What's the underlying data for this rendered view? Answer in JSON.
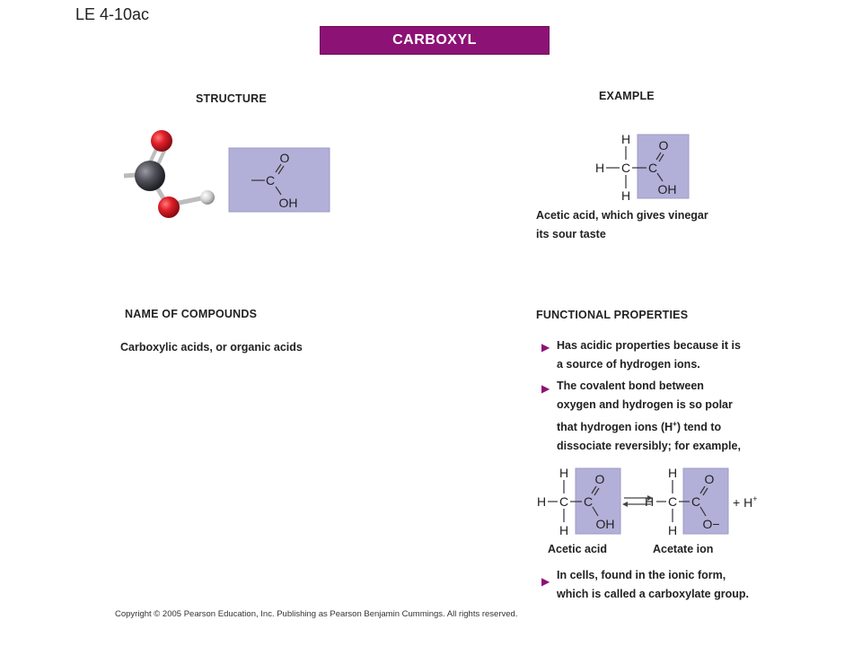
{
  "figure_label": "LE 4-10ac",
  "banner": "CARBOXYL",
  "structure": {
    "heading": "STRUCTURE",
    "atoms": {
      "O": "O",
      "C": "C",
      "OH": "OH"
    }
  },
  "example": {
    "heading": "EXAMPLE",
    "atoms": {
      "H": "H",
      "C": "C",
      "O": "O",
      "OH": "OH"
    },
    "caption_line1": "Acetic acid, which gives vinegar",
    "caption_line2": "its sour taste"
  },
  "name_of_compounds": {
    "heading": "NAME OF COMPOUNDS",
    "text": "Carboxylic acids, or organic acids"
  },
  "functional_properties": {
    "heading": "FUNCTIONAL PROPERTIES",
    "bullet1": {
      "line1": "Has acidic properties because it is",
      "line2": "a source of hydrogen ions."
    },
    "bullet2": {
      "line1": "The covalent bond between",
      "line2": "oxygen and hydrogen is so polar",
      "line3_pre": "that hydrogen ions (H",
      "line3_sup": "+",
      "line3_post": ") tend to",
      "line4": "dissociate reversibly; for example,"
    },
    "bullet3": {
      "line1": "In cells, found in the ionic form,",
      "line2": "which is called a carboxylate group."
    }
  },
  "reaction": {
    "left_atoms": {
      "H": "H",
      "C": "C",
      "O": "O",
      "OH": "OH"
    },
    "right_atoms": {
      "H": "H",
      "C": "C",
      "O": "O",
      "O_minus": "O−"
    },
    "plus_h": "+ H",
    "plus_h_sup": "+",
    "left_label": "Acetic acid",
    "right_label": "Acetate ion"
  },
  "copyright": "Copyright © 2005 Pearson Education, Inc. Publishing as Pearson Benjamin Cummings. All rights reserved.",
  "colors": {
    "banner": "#8d1275",
    "shaded_box": "#b2b0d8",
    "oxygen_ball": "#d3202a",
    "carbon_ball": "#4c4c52",
    "hydrogen_ball": "#cfcfcf",
    "bullet_arrow": "#8d1275"
  }
}
